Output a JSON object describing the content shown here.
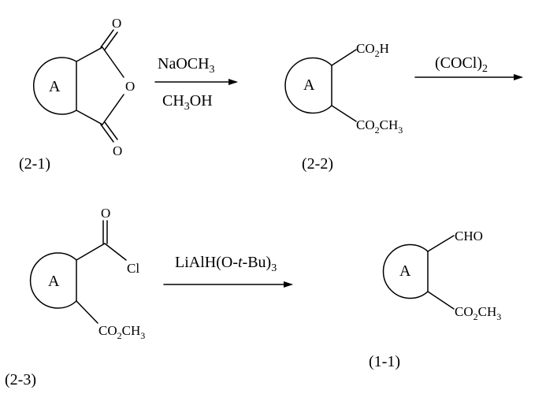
{
  "compounds": {
    "c21": {
      "label": "(2-1)",
      "ring": "A",
      "o_top": "O",
      "o_mid": "O",
      "o_bot": "O"
    },
    "c22": {
      "label": "(2-2)",
      "ring": "A",
      "g_top": "CO",
      "g_top_sub": "2",
      "g_top_end": "H",
      "g_bot": "CO",
      "g_bot_sub": "2",
      "g_bot_end": "CH",
      "g_bot_sub2": "3"
    },
    "c23": {
      "label": "(2-3)",
      "ring": "A",
      "o_top": "O",
      "cl": "Cl",
      "g_bot": "CO",
      "g_bot_sub": "2",
      "g_bot_end": "CH",
      "g_bot_sub2": "3"
    },
    "c11": {
      "label": "(1-1)",
      "ring": "A",
      "g_top": "CHO",
      "g_bot": "CO",
      "g_bot_sub": "2",
      "g_bot_end": "CH",
      "g_bot_sub2": "3"
    }
  },
  "arrows": {
    "a1": {
      "top": "NaOCH",
      "top_sub": "3",
      "bot": "CH",
      "bot_sub": "3",
      "bot_end": "OH"
    },
    "a2": {
      "top": "(COCl)",
      "top_sub": "2"
    },
    "a3": {
      "pre": "LiAlH(O-",
      "ital": "t",
      "post": "-Bu)",
      "sub": "3"
    }
  }
}
